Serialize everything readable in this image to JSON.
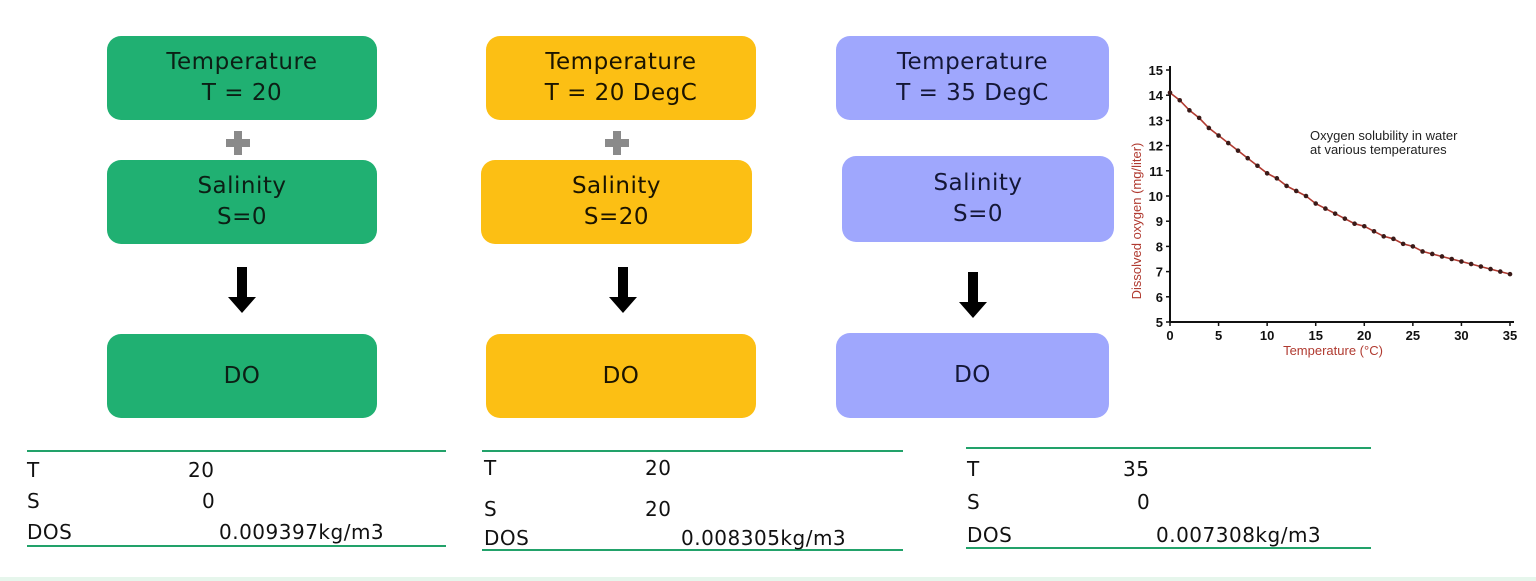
{
  "columns": [
    {
      "temp_title": "Temperature",
      "temp_value": "T = 20",
      "sal_title": "Salinity",
      "sal_value": "S=0",
      "do_label": "DO",
      "rows": [
        {
          "label": "T",
          "value": "20"
        },
        {
          "label": "S",
          "value": "0"
        },
        {
          "label": "DOS",
          "value": "0.009397kg/m3"
        }
      ]
    },
    {
      "temp_title": "Temperature",
      "temp_value": "T = 20 DegC",
      "sal_title": "Salinity",
      "sal_value": "S=20",
      "do_label": "DO",
      "rows": [
        {
          "label": "T",
          "value": "20"
        },
        {
          "label": "S",
          "value": "20"
        },
        {
          "label": "DOS",
          "value": "0.008305kg/m3"
        }
      ]
    },
    {
      "temp_title": "Temperature",
      "temp_value": "T = 35 DegC",
      "sal_title": "Salinity",
      "sal_value": "S=0",
      "do_label": "DO",
      "rows": [
        {
          "label": "T",
          "value": "35"
        },
        {
          "label": "S",
          "value": "0"
        },
        {
          "label": "DOS",
          "value": "0.007308kg/m3"
        }
      ]
    }
  ],
  "colors": {
    "green": "#20b072",
    "yellow": "#fcbf14",
    "blue": "#9fa7fd",
    "curve": "#b03a30",
    "rule": "#22a26a"
  },
  "chart_data": {
    "type": "line",
    "annotation": [
      "Oxygen solubility in water",
      "at various temperatures"
    ],
    "xlabel": "Temperature (°C)",
    "ylabel": "Dissolved oxygen (mg/liter)",
    "xlim": [
      0,
      35
    ],
    "ylim": [
      5,
      15
    ],
    "xticks": [
      0,
      5,
      10,
      15,
      20,
      25,
      30,
      35
    ],
    "yticks": [
      5,
      6,
      7,
      8,
      9,
      10,
      11,
      12,
      13,
      14,
      15
    ],
    "series": [
      {
        "x": [
          0,
          1,
          2,
          3,
          4,
          5,
          6,
          7,
          8,
          9,
          10,
          11,
          12,
          13,
          14,
          15,
          16,
          17,
          18,
          19,
          20,
          21,
          22,
          23,
          24,
          25,
          26,
          27,
          28,
          29,
          30,
          31,
          32,
          33,
          34,
          35
        ],
        "values": [
          14.1,
          13.8,
          13.4,
          13.1,
          12.7,
          12.4,
          12.1,
          11.8,
          11.5,
          11.2,
          10.9,
          10.7,
          10.4,
          10.2,
          10.0,
          9.7,
          9.5,
          9.3,
          9.1,
          8.9,
          8.8,
          8.6,
          8.4,
          8.3,
          8.1,
          8.0,
          7.8,
          7.7,
          7.6,
          7.5,
          7.4,
          7.3,
          7.2,
          7.1,
          7.0,
          6.9
        ]
      }
    ],
    "grid": false
  }
}
